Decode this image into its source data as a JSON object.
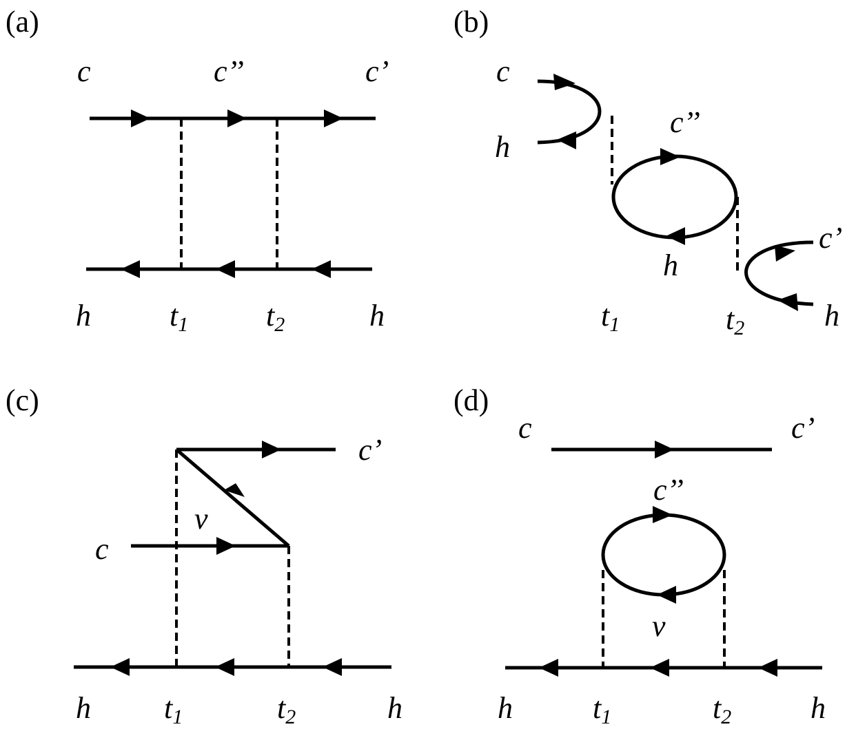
{
  "panels": {
    "a": {
      "tag": "(a)",
      "top_left": "c",
      "top_mid": "c’’",
      "top_right": "c’",
      "bot_left": "h",
      "bot_right": "h",
      "t1": "t",
      "t1_sub": "1",
      "t2": "t",
      "t2_sub": "2"
    },
    "b": {
      "tag": "(b)",
      "c": "c",
      "h_left": "h",
      "c2": "c’’",
      "h_loop": "h",
      "c_prime": "c’",
      "h_right": "h",
      "t1": "t",
      "t1_sub": "1",
      "t2": "t",
      "t2_sub": "2"
    },
    "c": {
      "tag": "(c)",
      "c_prime": "c’",
      "v": "v",
      "c": "c",
      "bot_left": "h",
      "bot_right": "h",
      "t1": "t",
      "t1_sub": "1",
      "t2": "t",
      "t2_sub": "2"
    },
    "d": {
      "tag": "(d)",
      "c": "c",
      "c_prime": "c’",
      "c2": "c’’",
      "v": "v",
      "bot_left": "h",
      "bot_right": "h",
      "t1": "t",
      "t1_sub": "1",
      "t2": "t",
      "t2_sub": "2"
    }
  }
}
